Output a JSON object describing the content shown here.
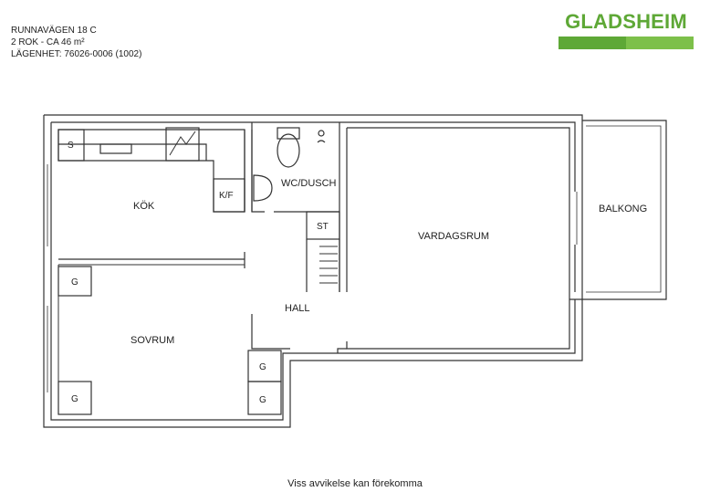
{
  "info": {
    "address": "RUNNAVÄGEN 18 C",
    "size": "2 ROK - CA 46 m²",
    "apartment": "LÄGENHET:  76026-0006 (1002)"
  },
  "logo": {
    "name": "GLADSHEIM",
    "colors": {
      "primary": "#5ea836",
      "secondary": "#7dc04a"
    }
  },
  "rooms": {
    "kitchen": "KÖK",
    "wc": "WC/DUSCH",
    "living": "VARDAGSRUM",
    "balcony": "BALKONG",
    "bedroom": "SOVRUM",
    "hall": "HALL"
  },
  "fixtures": {
    "s": "S",
    "kf": "K/F",
    "st": "ST",
    "g1": "G",
    "g2": "G",
    "g3": "G",
    "g4": "G"
  },
  "footer": "Viss avvikelse kan förekomma"
}
